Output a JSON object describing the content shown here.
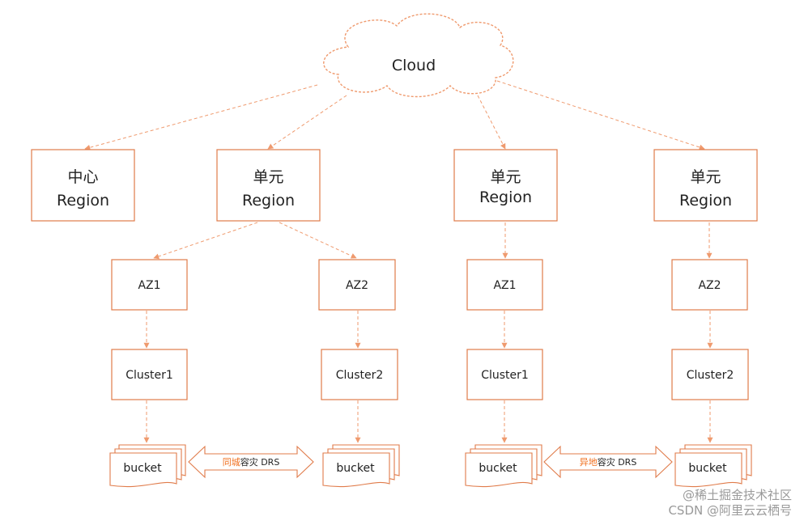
{
  "colors": {
    "accent": "#e07b4a",
    "line": "#ef9a6e",
    "text": "#222222",
    "highlight": "#f07020",
    "watermark": "#9a9a9a"
  },
  "cloud": {
    "label": "Cloud"
  },
  "regions": [
    {
      "line1": "中心",
      "line2": "Region"
    },
    {
      "line1": "单元",
      "line2": "Region"
    },
    {
      "line1": "单元",
      "line2": "Region"
    },
    {
      "line1": "单元",
      "line2": "Region"
    }
  ],
  "azs": [
    "AZ1",
    "AZ2",
    "AZ1",
    "AZ2"
  ],
  "clusters": [
    "Cluster1",
    "Cluster2",
    "Cluster1",
    "Cluster2"
  ],
  "buckets": [
    "bucket",
    "bucket",
    "bucket",
    "bucket"
  ],
  "drs": [
    {
      "highlight": "同城",
      "rest": "容灾 DRS"
    },
    {
      "highlight": "异地",
      "rest": "容灾 DRS"
    }
  ],
  "watermark": {
    "line1": "@稀土掘金技术社区",
    "line2": "CSDN @阿里云云栖号"
  }
}
